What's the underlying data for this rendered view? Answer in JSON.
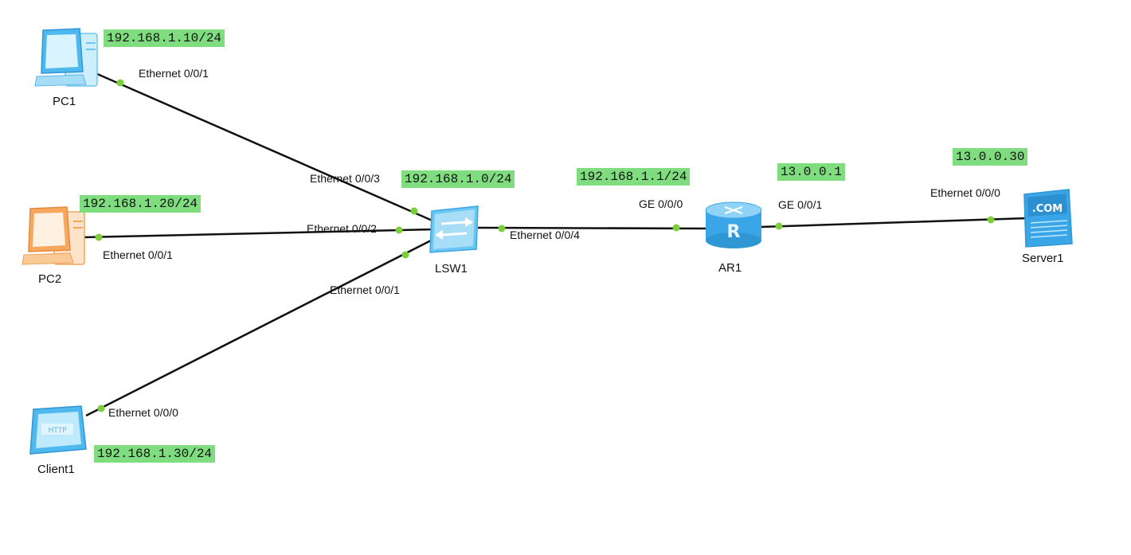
{
  "devices": {
    "pc1": {
      "name": "PC1",
      "icon": "pc-icon",
      "ip": "192.168.1.10/24"
    },
    "pc2": {
      "name": "PC2",
      "icon": "pc-icon",
      "ip": "192.168.1.20/24"
    },
    "client1": {
      "name": "Client1",
      "icon": "http-client-icon",
      "ip": "192.168.1.30/24"
    },
    "lsw1": {
      "name": "LSW1",
      "icon": "switch-icon",
      "ip": "192.168.1.0/24"
    },
    "ar1": {
      "name": "AR1",
      "icon": "router-icon",
      "ip": "192.168.1.1/24",
      "ip2": "13.0.0.1"
    },
    "server1": {
      "name": "Server1",
      "icon": "server-icon",
      "ip": "13.0.0.30"
    }
  },
  "links": [
    {
      "id": "pc1-lsw1",
      "from": "PC1",
      "from_port": "Ethernet 0/0/1",
      "to": "LSW1",
      "to_port": "Ethernet 0/0/3"
    },
    {
      "id": "pc2-lsw1",
      "from": "PC2",
      "from_port": "Ethernet 0/0/1",
      "to": "LSW1",
      "to_port": "Ethernet 0/0/2"
    },
    {
      "id": "client1-lsw1",
      "from": "Client1",
      "from_port": "Ethernet 0/0/0",
      "to": "LSW1",
      "to_port": "Ethernet 0/0/1"
    },
    {
      "id": "lsw1-ar1",
      "from": "LSW1",
      "from_port": "Ethernet 0/0/4",
      "to": "AR1",
      "to_port": "GE 0/0/0"
    },
    {
      "id": "ar1-server1",
      "from": "AR1",
      "from_port": "GE 0/0/1",
      "to": "Server1",
      "to_port": "Ethernet 0/0/0"
    }
  ],
  "colors": {
    "link": "#111111",
    "port_dot": "#7ccf3a",
    "ip_label_bg": "#7fdc7f",
    "device_blue": "#3aa6e8",
    "device_orange": "#f3a55a"
  }
}
